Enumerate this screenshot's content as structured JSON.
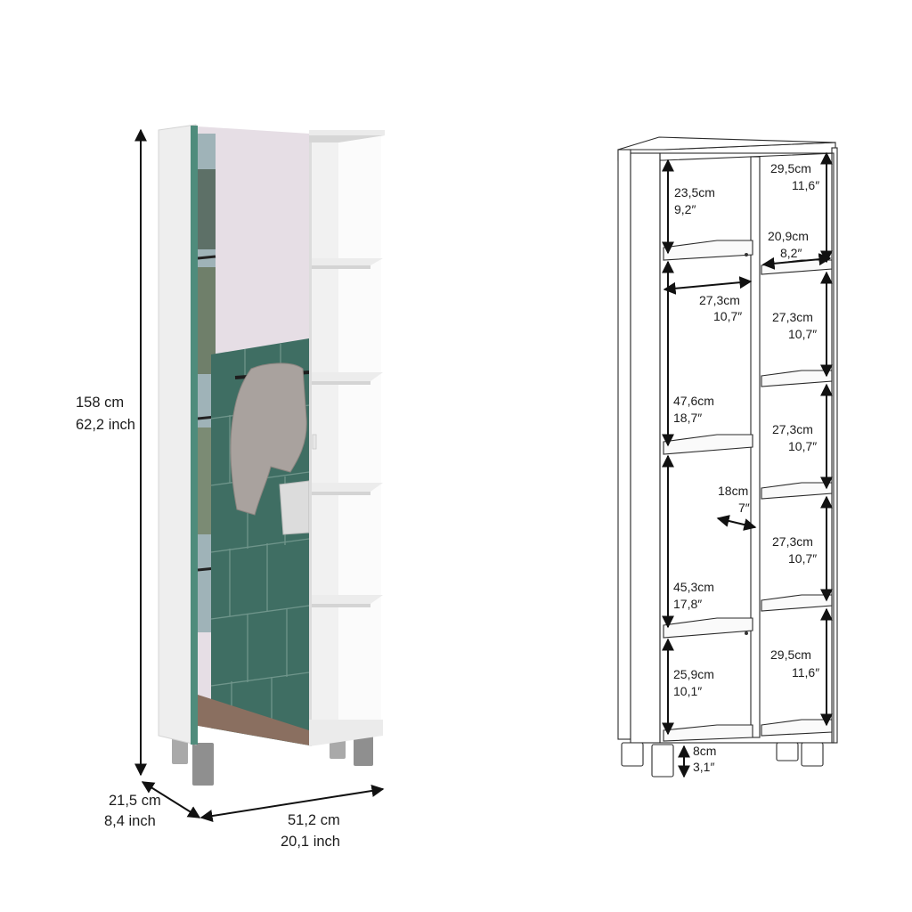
{
  "colors": {
    "cabinet_white": "#f3f3f3",
    "shadow_grey": "#d9d9d9",
    "mirror_wall": "#e4dce3",
    "tile_green": "#3f6e63",
    "floor_brown": "#8a6f60",
    "dimension_line": "#111111"
  },
  "left_view": {
    "height_cm": "158 cm",
    "height_in": "62,2 inch",
    "depth_cm": "21,5 cm",
    "depth_in": "8,4 inch",
    "width_cm": "51,2 cm",
    "width_in": "20,1 inch"
  },
  "right_view": {
    "top_left_cm": "23,5cm",
    "top_left_in": "9,2″",
    "top_right_cm": "29,5cm",
    "top_right_in": "11,6″",
    "shelf_depth_cm": "20,9cm",
    "shelf_depth_in": "8,2″",
    "inner_width_cm": "27,3cm",
    "inner_width_in": "10,7″",
    "right2_cm": "27,3cm",
    "right2_in": "10,7″",
    "mid_left_cm": "47,6cm",
    "mid_left_in": "18,7″",
    "right3_cm": "27,3cm",
    "right3_in": "10,7″",
    "divider_cm": "18cm",
    "divider_in": "7″",
    "right4_cm": "27,3cm",
    "right4_in": "10,7″",
    "low_left_cm": "45,3cm",
    "low_left_in": "17,8″",
    "bottom_left_cm": "25,9cm",
    "bottom_left_in": "10,1″",
    "bottom_right_cm": "29,5cm",
    "bottom_right_in": "11,6″",
    "leg_cm": "8cm",
    "leg_in": "3,1″"
  }
}
